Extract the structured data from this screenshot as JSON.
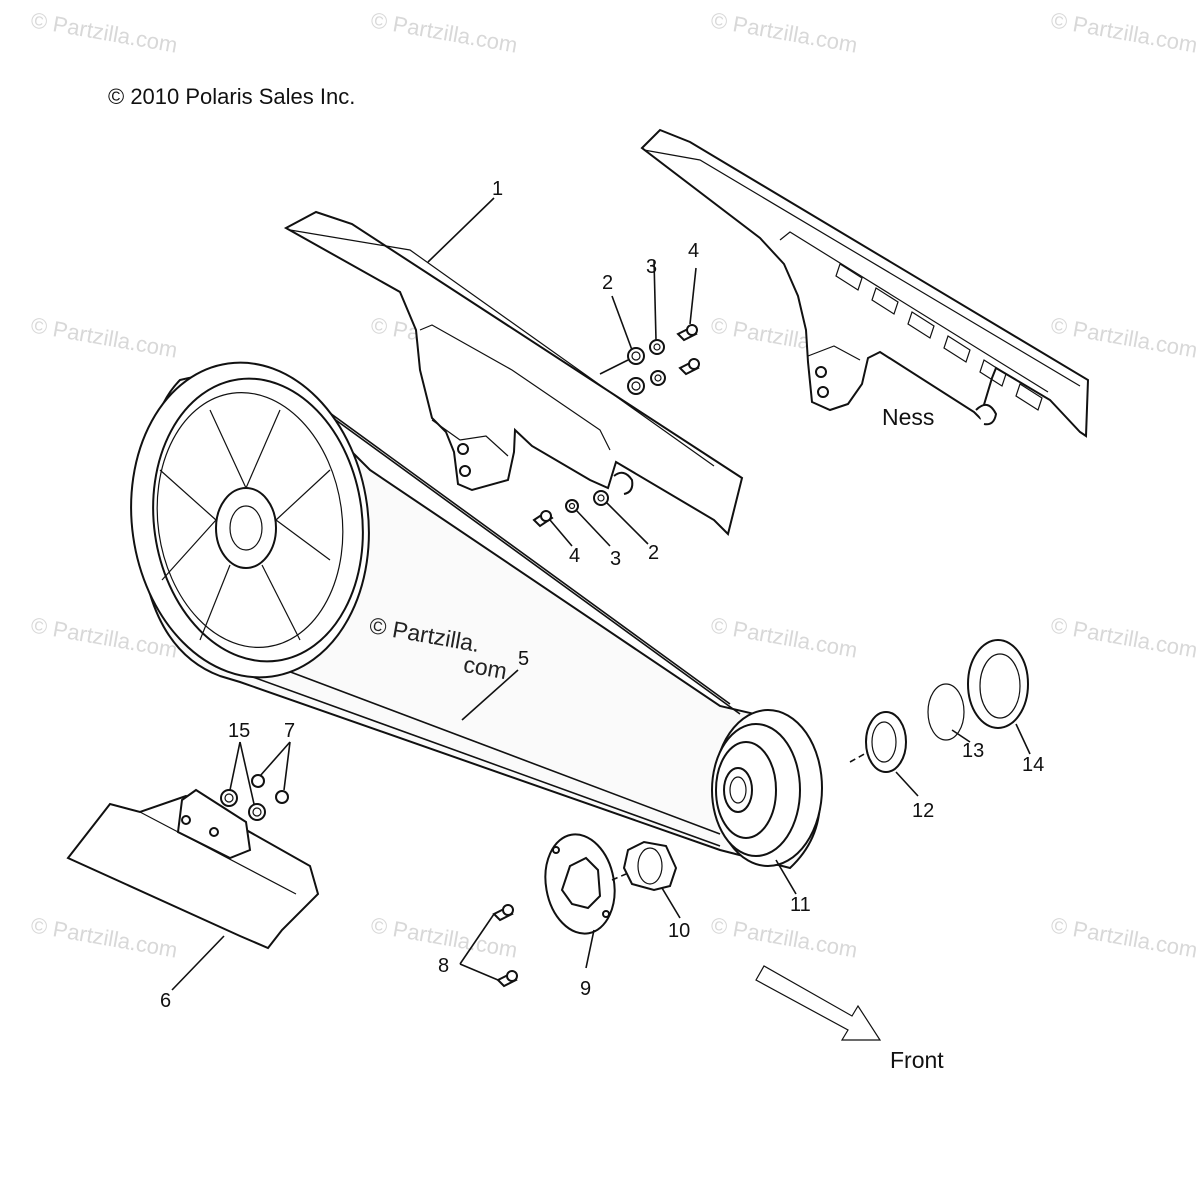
{
  "copyright": "© 2010 Polaris Sales Inc.",
  "watermark": "© Partzilla.com",
  "watermark_center_a": "© Partzilla.",
  "watermark_center_b": "com",
  "labels": {
    "ness": "Ness",
    "front": "Front"
  },
  "callouts": [
    "1",
    "2",
    "3",
    "4",
    "2",
    "3",
    "4",
    "5",
    "6",
    "7",
    "8",
    "9",
    "10",
    "11",
    "12",
    "13",
    "14",
    "15"
  ],
  "colors": {
    "line": "#111111",
    "watermark": "#d8d8d8",
    "background": "#ffffff"
  }
}
